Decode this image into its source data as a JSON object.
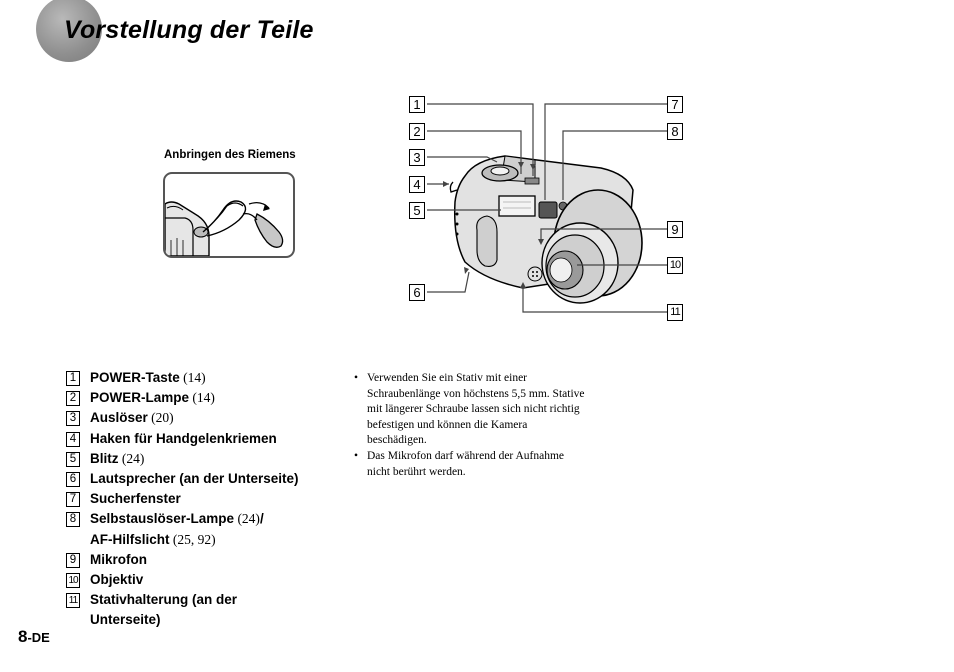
{
  "header": {
    "title": "Vorstellung der Teile"
  },
  "strap": {
    "caption": "Anbringen des Riemens"
  },
  "callouts": [
    "1",
    "2",
    "3",
    "4",
    "5",
    "6",
    "7",
    "8",
    "9",
    "10",
    "11"
  ],
  "parts": [
    {
      "num": "1",
      "name": "POWER-Taste",
      "ref": "(14)"
    },
    {
      "num": "2",
      "name": "POWER-Lampe",
      "ref": "(14)"
    },
    {
      "num": "3",
      "name": "Auslöser",
      "ref": "(20)"
    },
    {
      "num": "4",
      "name": "Haken für Handgelenkriemen",
      "ref": ""
    },
    {
      "num": "5",
      "name": "Blitz",
      "ref": "(24)"
    },
    {
      "num": "6",
      "name": "Lautsprecher (an der Unterseite)",
      "ref": ""
    },
    {
      "num": "7",
      "name": "Sucherfenster",
      "ref": ""
    },
    {
      "num": "8",
      "name": "Selbstauslöser-Lampe",
      "ref": "(24)",
      "sep": "/",
      "name2": "AF-Hilfslicht",
      "ref2": "(25, 92)"
    },
    {
      "num": "9",
      "name": "Mikrofon",
      "ref": ""
    },
    {
      "num": "10",
      "name": "Objektiv",
      "ref": ""
    },
    {
      "num": "11",
      "name": "Stativhalterung (an der",
      "name2": "Unterseite)"
    }
  ],
  "notes": {
    "bullet": "•",
    "items": [
      [
        "Verwenden Sie ein Stativ mit einer",
        "Schraubenlänge von höchstens 5,5 mm. Stative",
        "mit längerer Schraube lassen sich nicht richtig",
        "befestigen und können die Kamera",
        "beschädigen."
      ],
      [
        "Das Mikrofon darf während der Aufnahme",
        "nicht berührt werden."
      ]
    ]
  },
  "footer": {
    "page_number": "8",
    "page_suffix": "-DE"
  }
}
